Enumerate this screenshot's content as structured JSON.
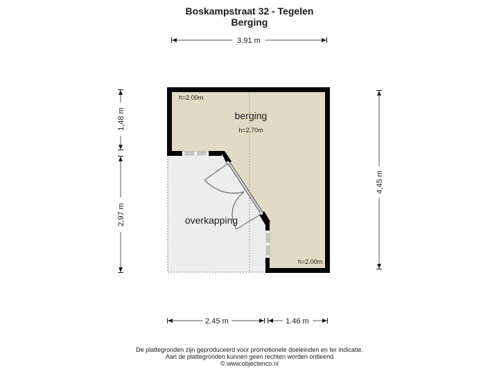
{
  "header": {
    "address": "Boskampstraat 32 - Tegelen",
    "floor": "Berging"
  },
  "dimensions": {
    "top_width": "3.91 m",
    "left_upper": "1,48 m",
    "left_lower": "2,97 m",
    "right_height": "4,45 m",
    "bottom_left": "2.45 m",
    "bottom_right": "1.46 m"
  },
  "rooms": [
    {
      "name": "berging",
      "height_label": "h=2.70m",
      "color": "#e2dac4"
    },
    {
      "name": "overkapping",
      "color": "#ededed"
    }
  ],
  "height_marks": {
    "top_left": "h=2.00m",
    "bottom_right": "h=2.00m"
  },
  "colors": {
    "wall": "#000000",
    "berging_fill": "#e2dac4",
    "overkapping_fill": "#ededed",
    "window": "#c8c8c8",
    "dim_line": "#555555"
  },
  "footer": {
    "line1": "De plattegronden zijn geproduceerd voor promotionele doeleinden en ter indicatie.",
    "line2": "Aan de plattegronden kunnen geen rechten worden ontleend",
    "line3": "© www.objectenco.nl"
  }
}
